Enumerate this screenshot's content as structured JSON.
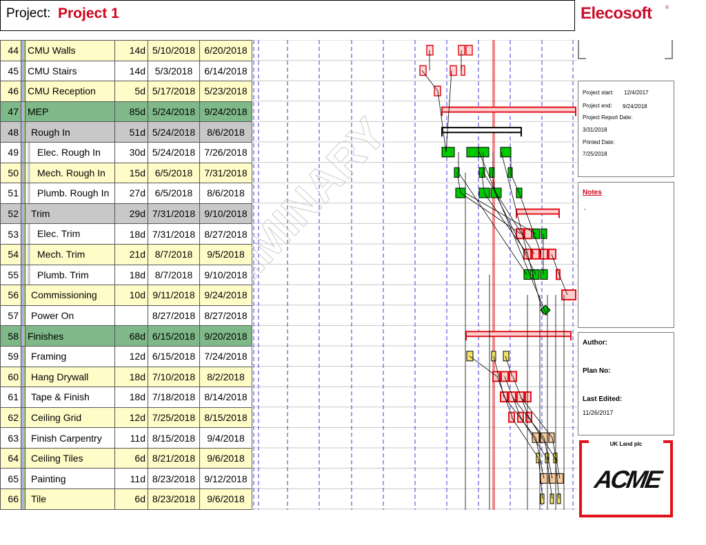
{
  "header": {
    "project_label": "Project:",
    "project_name": "Project 1"
  },
  "logo": {
    "brand": "Elecosoft",
    "reg_mark": "®"
  },
  "watermark": "PRELIMINARY",
  "tasks": [
    {
      "id": "44",
      "name": "CMU Walls",
      "dur": "14d",
      "start": "5/10/2018",
      "end": "6/20/2018",
      "style": "yellow",
      "indent": 0
    },
    {
      "id": "45",
      "name": "CMU Stairs",
      "dur": "14d",
      "start": "5/3/2018",
      "end": "6/14/2018",
      "style": "white",
      "indent": 0
    },
    {
      "id": "46",
      "name": "CMU Reception",
      "dur": "5d",
      "start": "5/17/2018",
      "end": "5/23/2018",
      "style": "yellow",
      "indent": 0
    },
    {
      "id": "47",
      "name": "MEP",
      "dur": "85d",
      "start": "5/24/2018",
      "end": "9/24/2018",
      "style": "green",
      "indent": 0
    },
    {
      "id": "48",
      "name": "Rough In",
      "dur": "51d",
      "start": "5/24/2018",
      "end": "8/6/2018",
      "style": "grey",
      "indent": 1
    },
    {
      "id": "49",
      "name": "Elec. Rough In",
      "dur": "30d",
      "start": "5/24/2018",
      "end": "7/26/2018",
      "style": "white",
      "indent": 2
    },
    {
      "id": "50",
      "name": "Mech. Rough In",
      "dur": "15d",
      "start": "6/5/2018",
      "end": "7/31/2018",
      "style": "yellow",
      "indent": 2
    },
    {
      "id": "51",
      "name": "Plumb. Rough In",
      "dur": "27d",
      "start": "6/5/2018",
      "end": "8/6/2018",
      "style": "white",
      "indent": 2
    },
    {
      "id": "52",
      "name": "Trim",
      "dur": "29d",
      "start": "7/31/2018",
      "end": "9/10/2018",
      "style": "grey",
      "indent": 1
    },
    {
      "id": "53",
      "name": "Elec. Trim",
      "dur": "18d",
      "start": "7/31/2018",
      "end": "8/27/2018",
      "style": "white",
      "indent": 2
    },
    {
      "id": "54",
      "name": "Mech. Trim",
      "dur": "21d",
      "start": "8/7/2018",
      "end": "9/5/2018",
      "style": "yellow",
      "indent": 2
    },
    {
      "id": "55",
      "name": "Plumb. Trim",
      "dur": "18d",
      "start": "8/7/2018",
      "end": "9/10/2018",
      "style": "white",
      "indent": 2
    },
    {
      "id": "56",
      "name": "Commissioning",
      "dur": "10d",
      "start": "9/11/2018",
      "end": "9/24/2018",
      "style": "yellow",
      "indent": 1
    },
    {
      "id": "57",
      "name": "Power On",
      "dur": "",
      "start": "8/27/2018",
      "end": "8/27/2018",
      "style": "white",
      "indent": 1
    },
    {
      "id": "58",
      "name": "Finishes",
      "dur": "68d",
      "start": "6/15/2018",
      "end": "9/20/2018",
      "style": "green",
      "indent": 0
    },
    {
      "id": "59",
      "name": "Framing",
      "dur": "12d",
      "start": "6/15/2018",
      "end": "7/24/2018",
      "style": "white",
      "indent": 1
    },
    {
      "id": "60",
      "name": "Hang Drywall",
      "dur": "18d",
      "start": "7/10/2018",
      "end": "8/2/2018",
      "style": "yellow",
      "indent": 1
    },
    {
      "id": "61",
      "name": "Tape & Finish",
      "dur": "18d",
      "start": "7/18/2018",
      "end": "8/14/2018",
      "style": "white",
      "indent": 1
    },
    {
      "id": "62",
      "name": "Ceiling Grid",
      "dur": "12d",
      "start": "7/25/2018",
      "end": "8/15/2018",
      "style": "yellow",
      "indent": 1
    },
    {
      "id": "63",
      "name": "Finish Carpentry",
      "dur": "11d",
      "start": "8/15/2018",
      "end": "9/4/2018",
      "style": "white",
      "indent": 1
    },
    {
      "id": "64",
      "name": "Ceiling Tiles",
      "dur": "6d",
      "start": "8/21/2018",
      "end": "9/6/2018",
      "style": "yellow",
      "indent": 1
    },
    {
      "id": "65",
      "name": "Painting",
      "dur": "11d",
      "start": "8/23/2018",
      "end": "9/12/2018",
      "style": "white",
      "indent": 1
    },
    {
      "id": "66",
      "name": "Tile",
      "dur": "6d",
      "start": "8/23/2018",
      "end": "9/6/2018",
      "style": "yellow",
      "indent": 1
    }
  ],
  "dates_panel": {
    "project_start_label": "Project start:",
    "project_start": "12/4/2017",
    "project_end_label": "Project end:",
    "project_end": "9/24/2018",
    "report_date_label": "Project Report Date:",
    "report_date": "3/31/2018",
    "printed_label": "Printed Date:",
    "printed_date": "7/25/2018"
  },
  "notes_panel": {
    "title": "Notes",
    "body": "-"
  },
  "author_panel": {
    "author_label": "Author:",
    "plan_label": "Plan No:",
    "edited_label": "Last Edited:",
    "edited_value": "11/26/2017"
  },
  "client_panel": {
    "client_name": "UK Land plc",
    "client_logo": "ACME"
  },
  "colors": {
    "project_name": "#d0021b",
    "summary_green": "#7fb98a",
    "summary_grey": "#c8c8c8",
    "row_yellow": "#fffcc8",
    "task_green": "#00c800",
    "critical_red": "#e0101a"
  }
}
